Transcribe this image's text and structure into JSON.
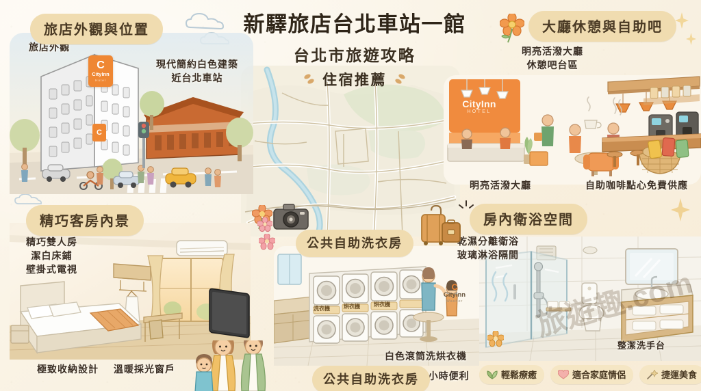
{
  "headline": {
    "main": "新驛旅店台北車站一館",
    "sub": "台北市旅遊攻略",
    "sub2": "住宿推薦"
  },
  "sections": {
    "exterior": {
      "pill": "旅店外觀與位置",
      "label_left": "旅店外觀",
      "note_line1": "現代簡約白色建築",
      "note_line2": "近台北車站",
      "logo_name": "CityInn",
      "logo_sub": "Hotel"
    },
    "lobby": {
      "pill": "大廳休憩與自助吧",
      "note_line1": "明亮活潑大廳",
      "note_line2": "休憩吧台區",
      "caption_left": "明亮活潑大廳",
      "caption_right": "自助咖啡點心免費供應",
      "sign_name": "CityInn",
      "sign_sub": "HOTEL"
    },
    "room": {
      "pill": "精巧客房內景",
      "note_line1": "精巧雙人房",
      "note_line2": "潔白床鋪",
      "note_line3": "壁掛式電視",
      "caption_left": "極致收納設計",
      "caption_right": "溫暖採光窗戶"
    },
    "laundry": {
      "pill_top": "公共自助洗衣房",
      "pill_bottom": "公共自助洗衣房",
      "caption_top": "白色滾筒洗烘衣機",
      "caption_right": "24小時便利",
      "machine_labels": [
        "洗衣機",
        "烘衣機",
        "烘衣機"
      ],
      "sign_name": "CityInn",
      "sign_sub": "Washer"
    },
    "bathroom": {
      "pill": "房內衛浴空間",
      "note_line1": "乾濕分離衛浴",
      "note_line2": "玻璃淋浴隔間",
      "caption": "整潔洗手台"
    }
  },
  "badges": [
    {
      "icon": "leaf-icon",
      "label": "輕鬆療癒"
    },
    {
      "icon": "heart-icon",
      "label": "適合家庭情侶"
    },
    {
      "icon": "shooting-star-icon",
      "label": "捷運美食"
    }
  ],
  "watermark": {
    "text": "旅遊趣.com"
  },
  "colors": {
    "paper": "#f9f2e3",
    "pill": "#f0dcb0",
    "brand_orange": "#ef8733",
    "ink": "#3c3026",
    "badge_bg": "#f5e6c4"
  }
}
